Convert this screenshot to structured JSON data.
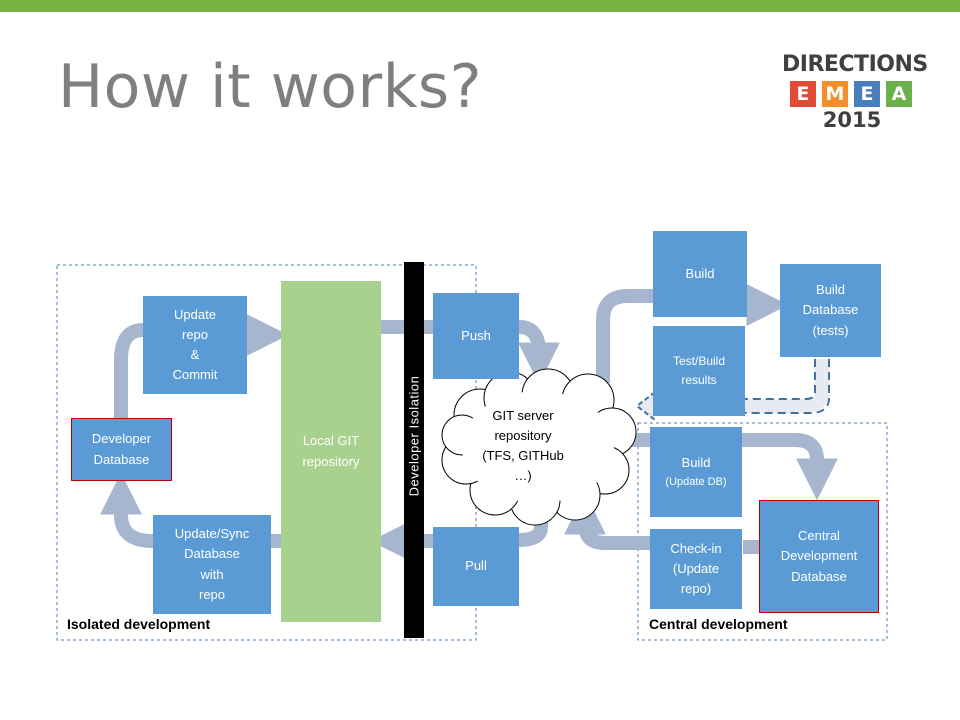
{
  "slide": {
    "title": "How it works?",
    "accent_color": "#76b443"
  },
  "logo": {
    "top": "DIRECTIONS",
    "letters": [
      {
        "char": "E",
        "color": "#e34a33"
      },
      {
        "char": "M",
        "color": "#f28e2b"
      },
      {
        "char": "E",
        "color": "#4a7ebb"
      },
      {
        "char": "A",
        "color": "#6ab04c"
      }
    ],
    "year": "2015"
  },
  "diagram": {
    "regions": {
      "isolated": "Isolated development",
      "central": "Central development"
    },
    "isolation_label": "Developer Isolation",
    "nodes": {
      "update_repo": [
        "Update",
        "repo",
        "&",
        "Commit"
      ],
      "developer_db": [
        "Developer",
        "Database"
      ],
      "update_sync": [
        "Update/Sync",
        "Database",
        "with",
        "repo"
      ],
      "local_git": [
        "Local GIT",
        "repository"
      ],
      "push": "Push",
      "pull": "Pull",
      "git_server": [
        "GIT server",
        "repository",
        "(TFS, GITHub",
        "…)"
      ],
      "build_top": "Build",
      "build_db_tests": [
        "Build",
        "Database",
        "(tests)"
      ],
      "test_build_results": [
        "Test/Build",
        "results"
      ],
      "build_update_db": {
        "line1": "Build",
        "line2": "(Update DB)"
      },
      "check_in": [
        "Check-in",
        "(Update",
        "repo)"
      ],
      "central_db": [
        "Central",
        "Development",
        "Database"
      ]
    },
    "colors": {
      "box": "#5b9bd5",
      "local_git": "#a9d18e",
      "arrow": "#a7b6cf",
      "dashed_arrow": "#41719c",
      "red_border": "#c00000"
    }
  }
}
